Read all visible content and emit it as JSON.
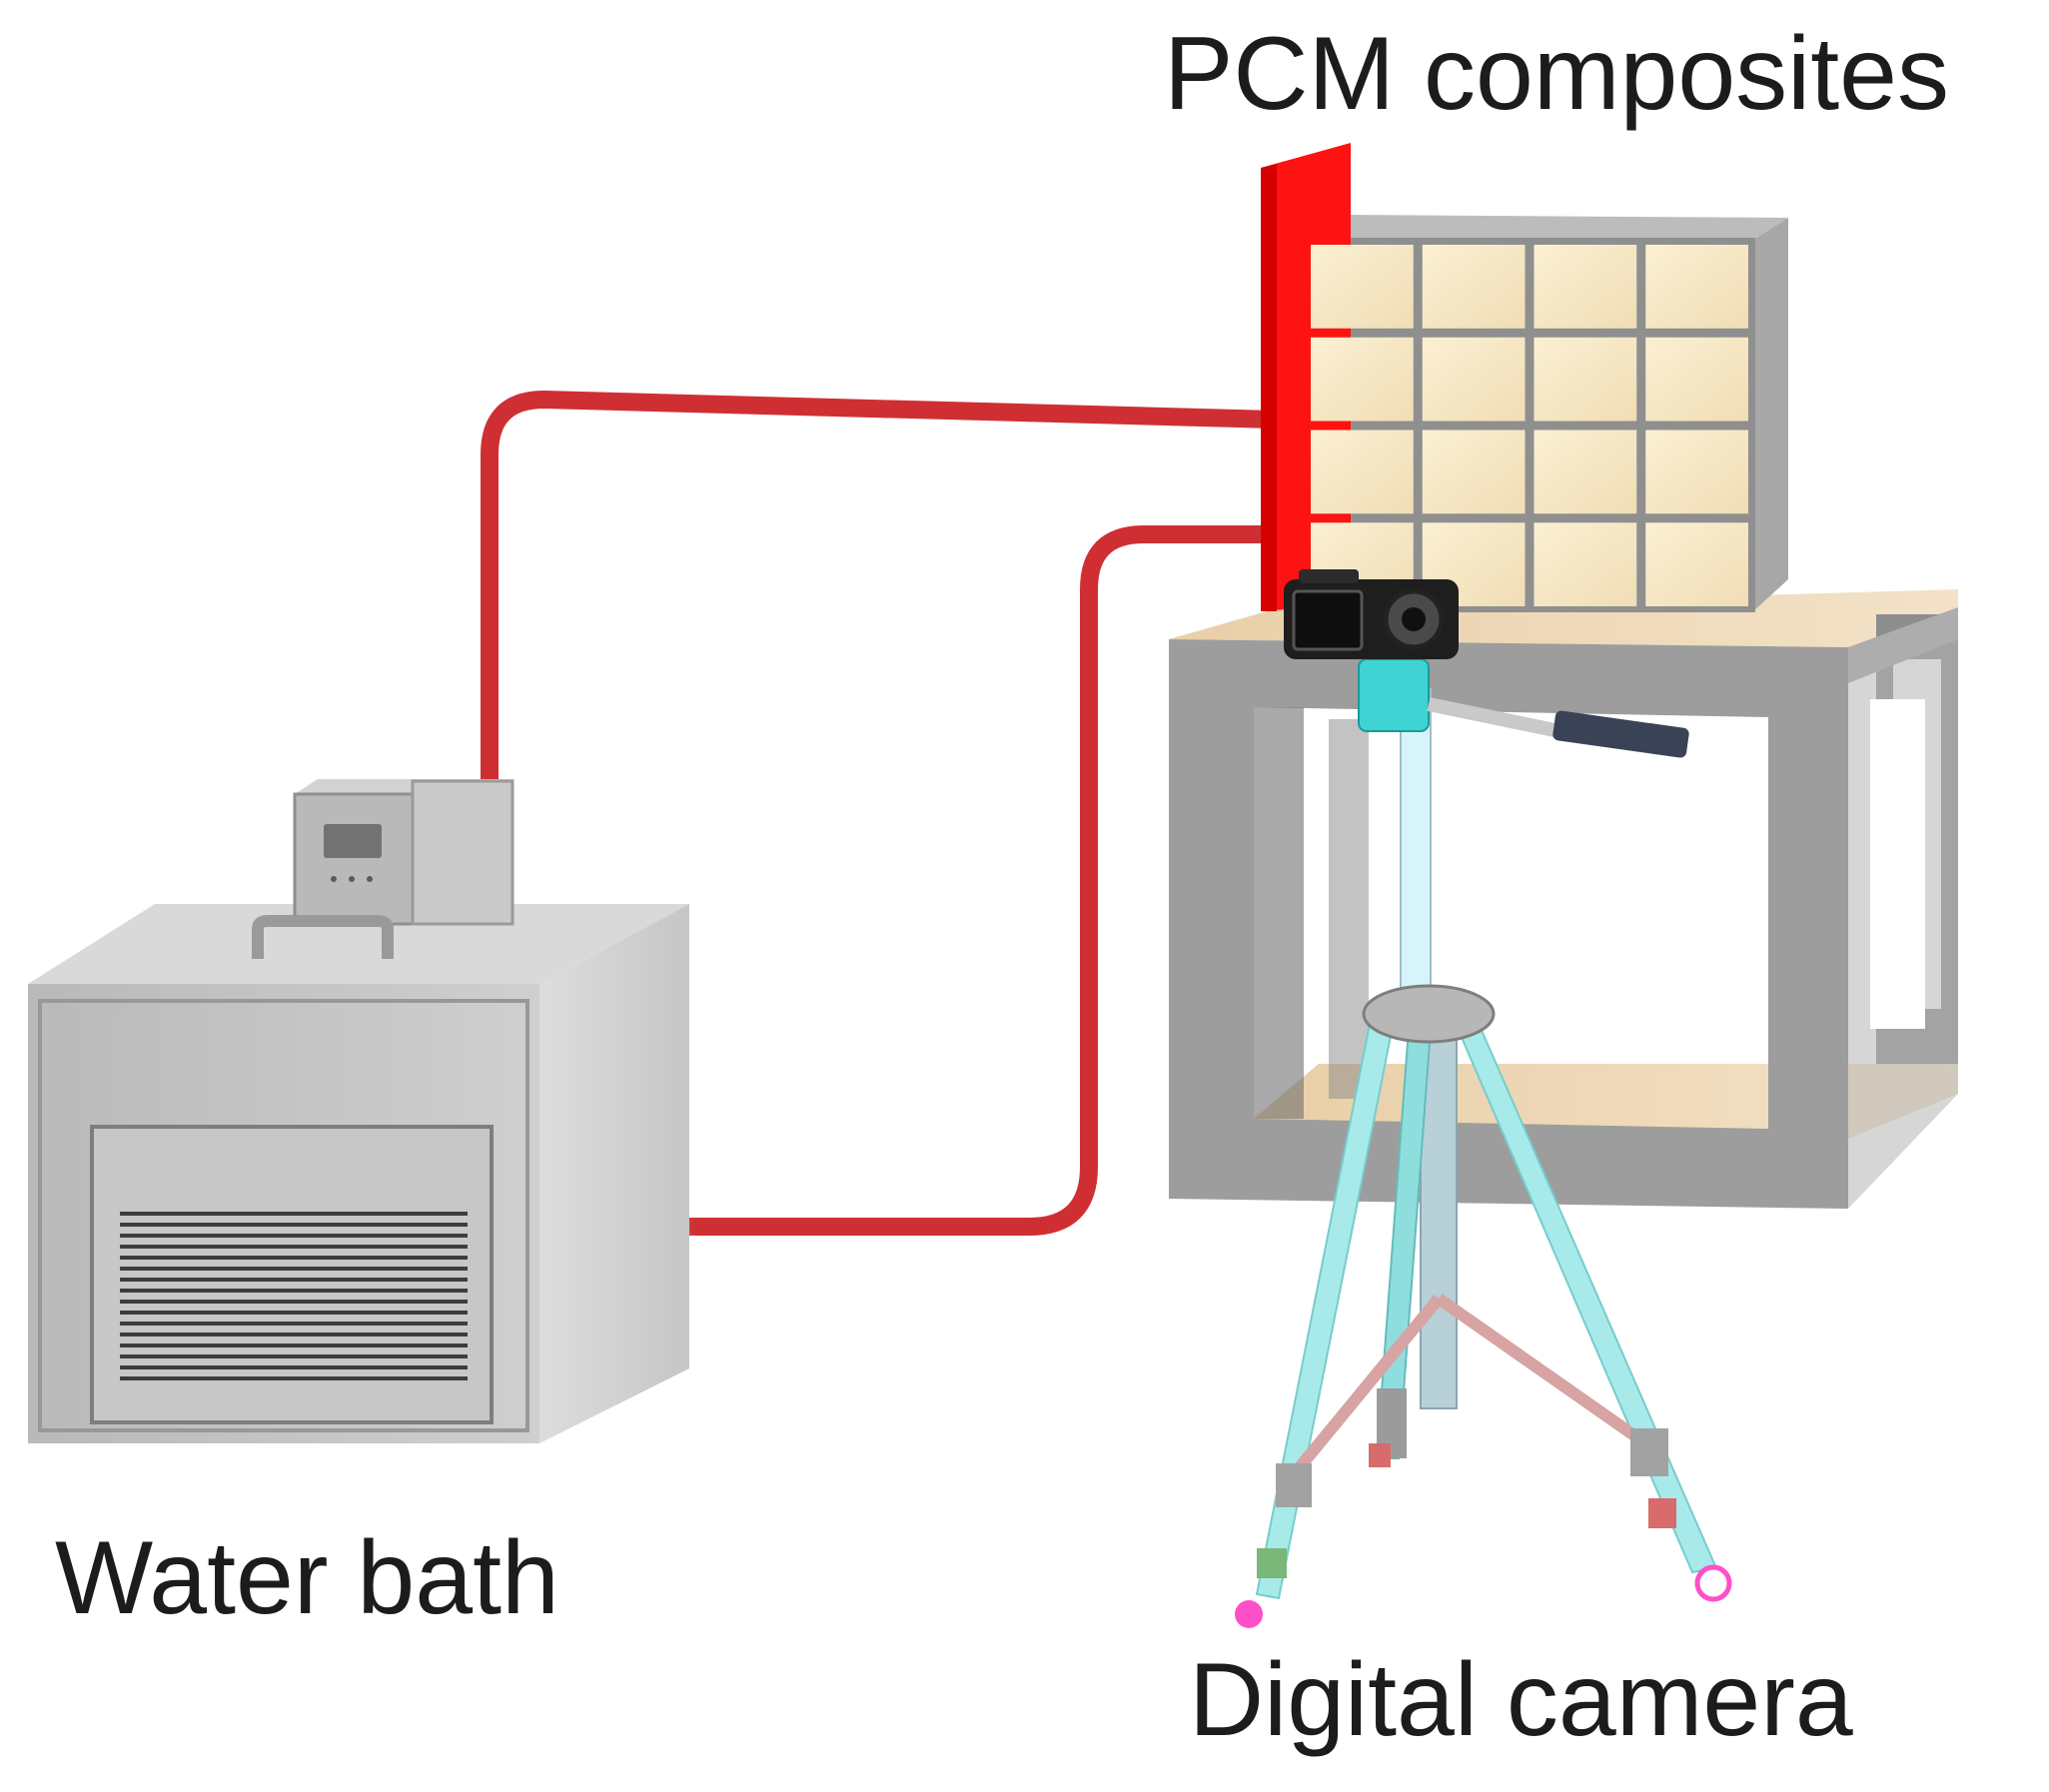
{
  "labels": {
    "pcm_composites": "PCM composites",
    "water_bath": "Water bath",
    "digital_camera": "Digital camera"
  },
  "colors": {
    "tube": "#cf2f33",
    "hot_plate": "#ff1010",
    "tile": "#f6e7c4",
    "frame": "#9c9c9c",
    "bath_body": "#bdbdbd",
    "tripod_leg": "#a8eaea"
  },
  "grid": {
    "rows": 4,
    "cols": 4
  }
}
